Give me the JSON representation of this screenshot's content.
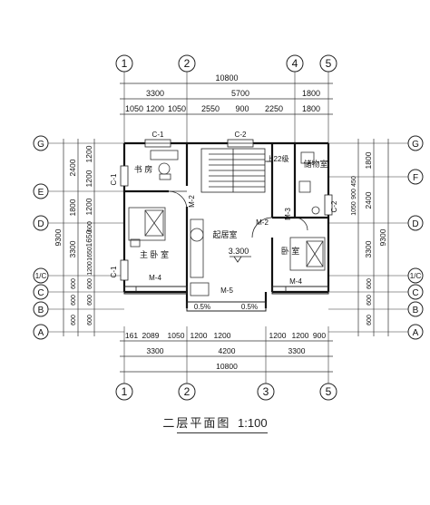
{
  "caption": {
    "title": "二层平面图",
    "scale": "1:100"
  },
  "axes": {
    "top": [
      "1",
      "2",
      "4",
      "5"
    ],
    "bottom": [
      "1",
      "2",
      "3",
      "5"
    ],
    "left": [
      "G",
      "E",
      "D",
      "1/C",
      "C",
      "B",
      "A"
    ],
    "right": [
      "G",
      "F",
      "D",
      "1/C",
      "C",
      "B",
      "A"
    ]
  },
  "dims": {
    "top_total": "10800",
    "top_row1": [
      "3300",
      "5700",
      "1800"
    ],
    "top_row2": [
      "1050",
      "1200",
      "1050",
      "2550",
      "900",
      "2250",
      "1800"
    ],
    "bottom_row1": [
      "161",
      "2089",
      "1050",
      "1200",
      "1200",
      "1200",
      "1200",
      "900"
    ],
    "bottom_row2": [
      "3300",
      "4200",
      "3300"
    ],
    "bottom_total": "10800",
    "left_total": "9300",
    "left_row1": [
      "2400",
      "1800",
      "3300",
      "600",
      "600",
      "600"
    ],
    "left_row2": [
      "1200",
      "1200",
      "1200",
      "600",
      "1650",
      "1650",
      "1200",
      "600",
      "600",
      "600"
    ],
    "right_total": "9300",
    "right_row1": [
      "1800",
      "2400",
      "3300",
      "600",
      "600",
      "600"
    ],
    "right_row2": [
      "1050",
      "900",
      "450"
    ]
  },
  "rooms": {
    "study": "书 房",
    "master_bedroom": "主 卧 室",
    "living_room": "起居室",
    "bedroom": "卧 室",
    "storage": "储物室"
  },
  "labels": {
    "stair": "上22级",
    "elevation": "3.300",
    "slope_left": "0.5%",
    "slope_right": "0.5%"
  },
  "openings": {
    "c1_top": "C-1",
    "c2_top": "C-2",
    "c1_left_upper": "C-1",
    "c1_left_lower": "C-1",
    "c2_right": "C-2",
    "m2_a": "M-2",
    "m2_b": "M-2",
    "m3": "M-3",
    "m4_left": "M-4",
    "m4_right": "M-4",
    "m5": "M-5"
  }
}
